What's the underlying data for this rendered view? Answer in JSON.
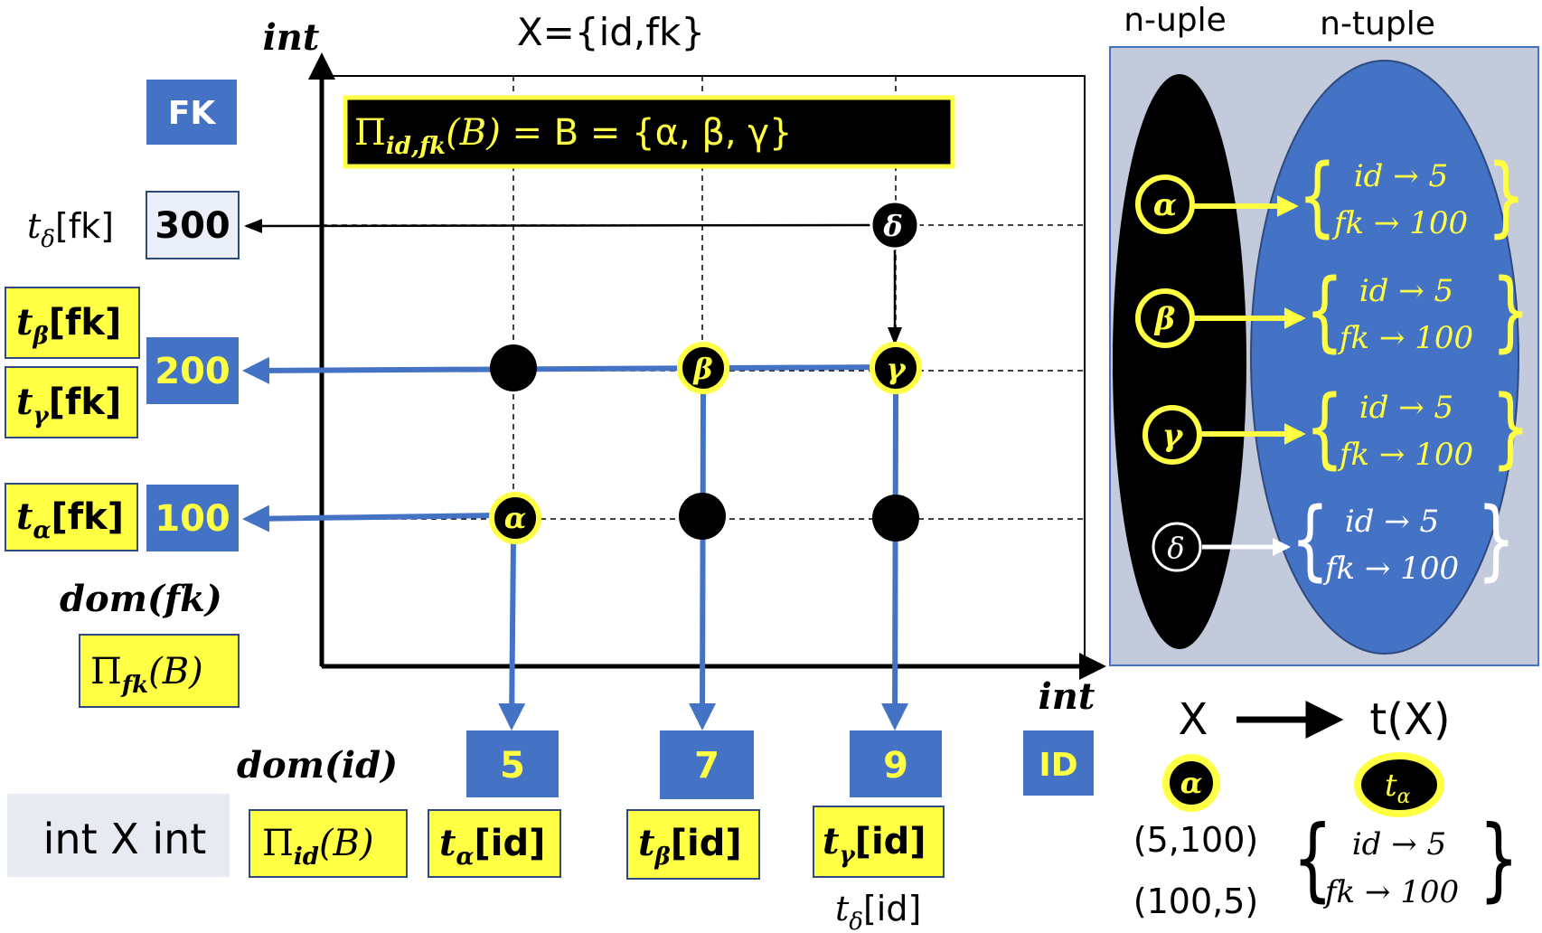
{
  "title": "X={id,fk}",
  "axes": {
    "y_label": "int",
    "x_label": "int"
  },
  "projection_banner": {
    "lhs": "Π",
    "lhs_sub": "id,fk",
    "lhs_arg": "(B) = ",
    "rhs": "B = {α, β, γ}"
  },
  "fk_header": "FK",
  "id_header": "ID",
  "fk_values": {
    "v300": "300",
    "v200": "200",
    "v100": "100"
  },
  "id_values": {
    "v5": "5",
    "v7": "7",
    "v9": "9"
  },
  "left_labels": {
    "t_delta_fk": {
      "t": "t",
      "sub": "δ",
      "rest": "[fk]"
    },
    "t_beta_fk": {
      "t": "t",
      "sub": "β",
      "rest": "[fk]"
    },
    "t_gamma_fk": {
      "t": "t",
      "sub": "γ",
      "rest": "[fk]"
    },
    "t_alpha_fk": {
      "t": "t",
      "sub": "α",
      "rest": "[fk]"
    },
    "dom_fk": "dom(fk)",
    "pi_fk": {
      "p": "Π",
      "sub": "fk",
      "rest": "(B)"
    }
  },
  "bottom_labels": {
    "dom_id": "dom(id)",
    "int_x_int": "int X int",
    "pi_id": {
      "p": "Π",
      "sub": "id",
      "rest": "(B)"
    },
    "t_alpha_id": {
      "t": "t",
      "sub": "α",
      "rest": "[id]"
    },
    "t_beta_id": {
      "t": "t",
      "sub": "β",
      "rest": "[id]"
    },
    "t_gamma_id": {
      "t": "t",
      "sub": "γ",
      "rest": "[id]"
    },
    "t_delta_id": {
      "t": "t",
      "sub": "δ",
      "rest": "[id]"
    }
  },
  "points": {
    "alpha": "α",
    "beta": "β",
    "gamma": "γ",
    "delta": "δ"
  },
  "right_panel": {
    "label_nuple": "n-uple",
    "label_ntuple": "n-tuple",
    "rows": [
      {
        "greek": "α",
        "line1": "id → 5",
        "line2": "fk → 100"
      },
      {
        "greek": "β",
        "line1": "id → 5",
        "line2": "fk → 100"
      },
      {
        "greek": "γ",
        "line1": "id → 5",
        "line2": "fk → 100"
      },
      {
        "greek": "δ",
        "line1": "id → 5",
        "line2": "fk → 100"
      }
    ]
  },
  "mapping": {
    "x": "X",
    "tx": "t(X)",
    "alpha": "α",
    "t_alpha": {
      "t": "t",
      "sub": "α"
    },
    "pair1": "(5,100)",
    "pair2": "(100,5)",
    "line1": "id → 5",
    "line2": "fk → 100"
  },
  "colors": {
    "blue": "#4472c4",
    "yellow": "#ffff44",
    "navy": "#2e4a7d",
    "panel": "#c3cadb",
    "black": "#000000"
  }
}
